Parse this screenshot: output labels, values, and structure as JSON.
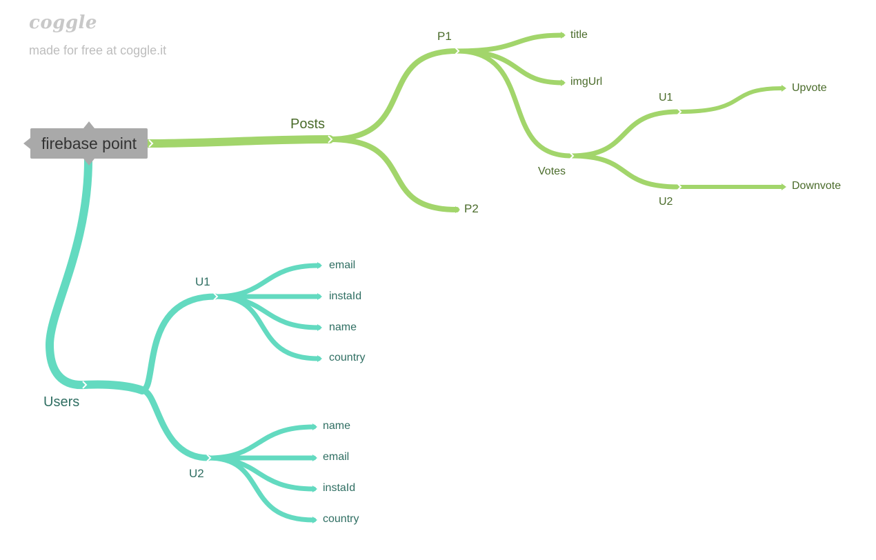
{
  "branding": {
    "logo": "coggle",
    "tagline": "made for free at coggle.it"
  },
  "colors": {
    "posts_branch": "#a2d56b",
    "users_branch": "#63dac0",
    "root_fill": "#a9a9a9"
  },
  "mindmap": {
    "root": "firebase point",
    "posts": {
      "label": "Posts",
      "p1": {
        "label": "P1",
        "title": "title",
        "imgUrl": "imgUrl",
        "votes": {
          "label": "Votes",
          "u1": "U1",
          "upvote": "Upvote",
          "u2": "U2",
          "downvote": "Downvote"
        }
      },
      "p2": "P2"
    },
    "users": {
      "label": "Users",
      "u1": {
        "label": "U1",
        "fields": [
          "email",
          "instaId",
          "name",
          "country"
        ]
      },
      "u2": {
        "label": "U2",
        "fields": [
          "name",
          "email",
          "instaId",
          "country"
        ]
      }
    }
  }
}
